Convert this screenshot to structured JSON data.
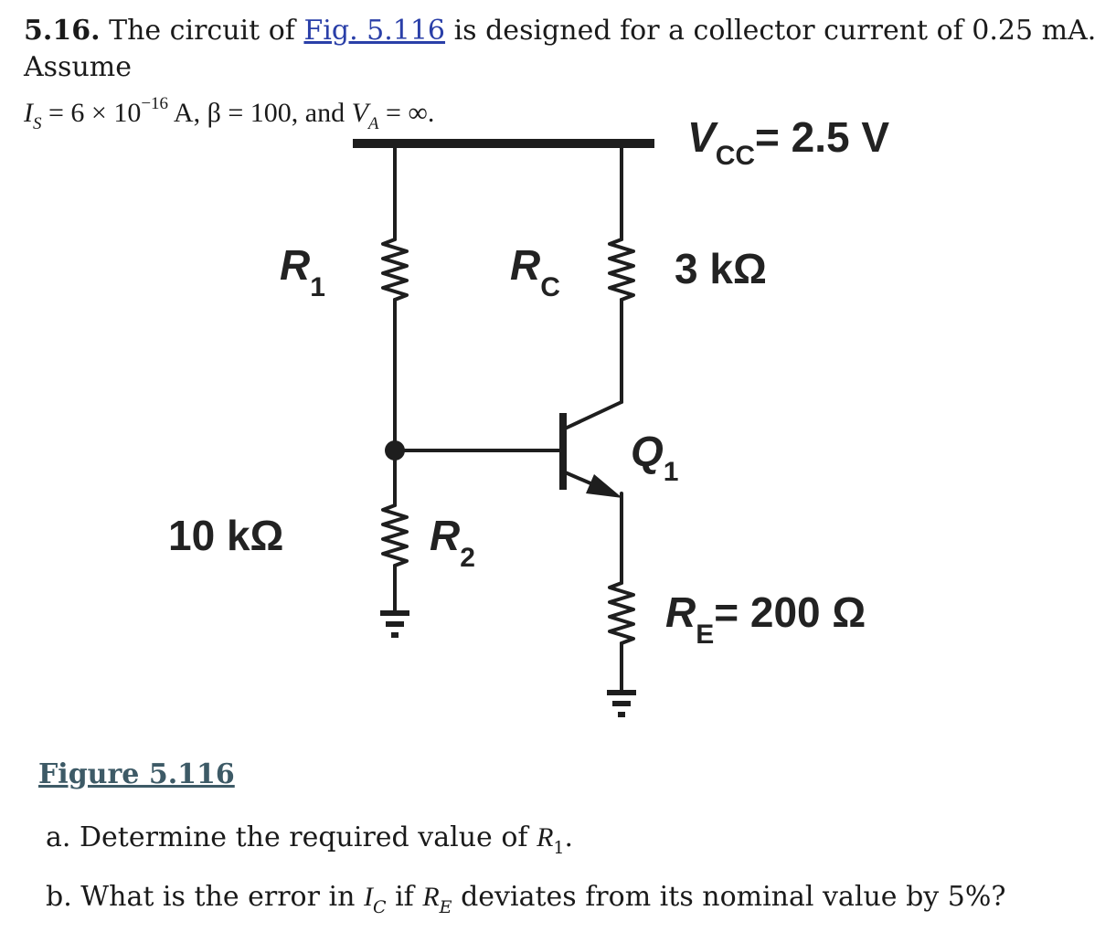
{
  "problem": {
    "number": "5.16.",
    "text_before_link": "The circuit of",
    "link_text": "Fig. 5.116",
    "text_after_link": "is designed for a collector current of 0.25 mA. Assume",
    "is_symbol": "I",
    "is_sub": "S",
    "is_value": "= 6 × 10",
    "is_exp": "−16",
    "is_unit": "A, β = 100, and",
    "va_symbol": "V",
    "va_sub": "A",
    "va_value": "= ∞."
  },
  "circuit": {
    "vcc_label": "V",
    "vcc_sub": "CC",
    "vcc_value": "= 2.5 V",
    "r1_label": "R",
    "r1_sub": "1",
    "rc_label": "R",
    "rc_sub": "C",
    "rc_value": "3 kΩ",
    "q1_label": "Q",
    "q1_sub": "1",
    "r2_value": "10 kΩ",
    "r2_label": "R",
    "r2_sub": "2",
    "re_label": "R",
    "re_sub": "E",
    "re_value": "= 200 Ω"
  },
  "figure_caption": "Figure 5.116",
  "parts": {
    "a_prefix": "a.",
    "a_text": "Determine the required value of",
    "a_sym": "R",
    "a_sub": "1",
    "a_end": ".",
    "b_prefix": "b.",
    "b_text1": "What is the error in",
    "b_sym1": "I",
    "b_sub1": "C",
    "b_text2": "if",
    "b_sym2": "R",
    "b_sub2": "E",
    "b_text3": "deviates from its nominal value by 5%?"
  }
}
